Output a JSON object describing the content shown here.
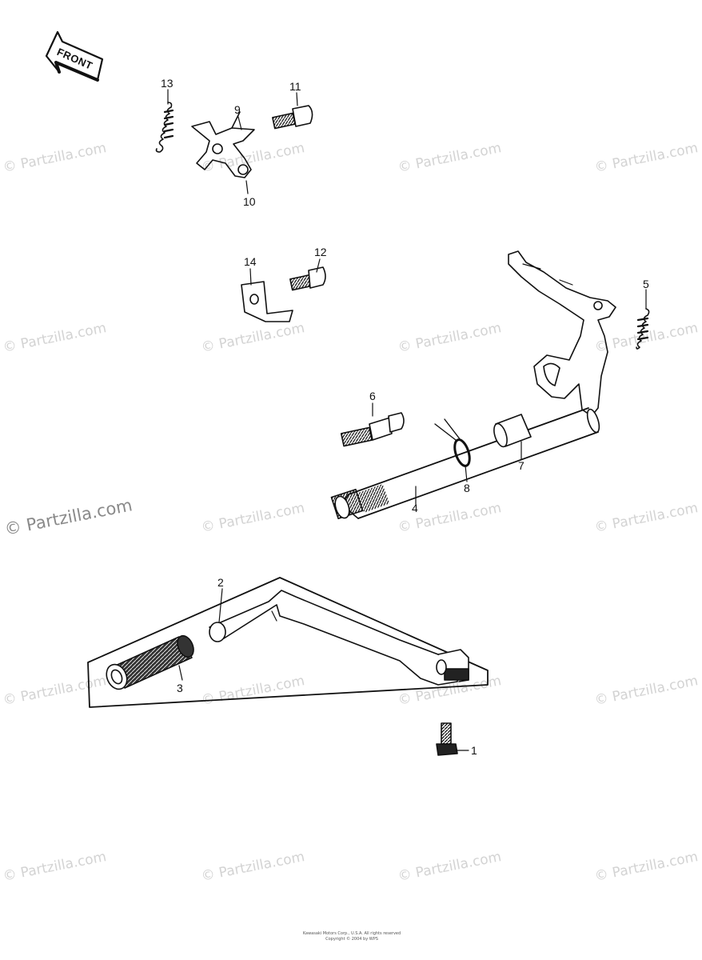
{
  "watermark": "© Partzilla.com",
  "front_label": "FRONT",
  "callouts": {
    "c1": "1",
    "c2": "2",
    "c3": "3",
    "c4": "4",
    "c5": "5",
    "c6": "6",
    "c7": "7",
    "c8": "8",
    "c9": "9",
    "c10": "10",
    "c11": "11",
    "c12": "12",
    "c13": "13",
    "c14": "14"
  },
  "footer": {
    "line1": "Kawasaki Motors Corp., U.S.A. All rights reserved",
    "line2": "Copyright © 2004 by WPS"
  },
  "colors": {
    "ink": "#111111",
    "watermark": "#d3d3d3"
  }
}
